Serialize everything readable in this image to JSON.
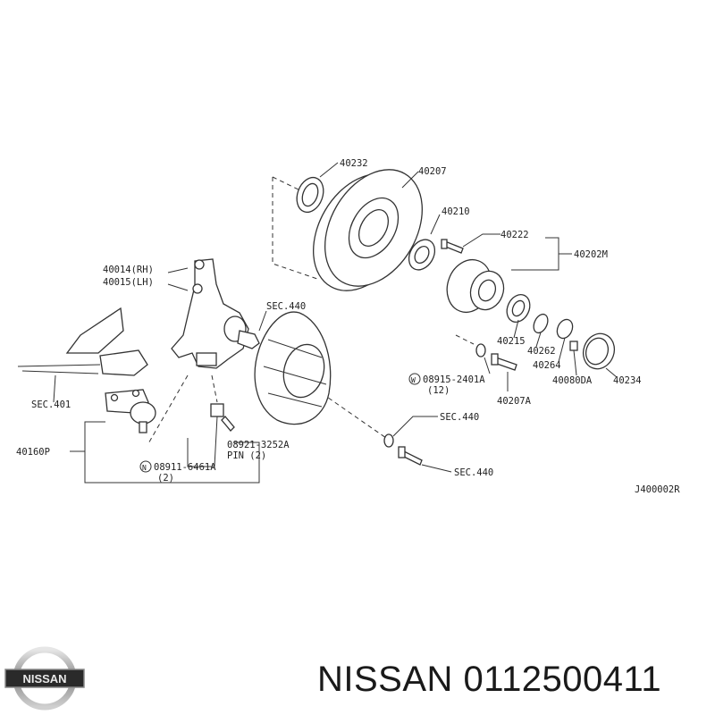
{
  "diagram": {
    "labels": {
      "l40232": "40232",
      "l40207": "40207",
      "l40210": "40210",
      "l40222": "40222",
      "l40202M": "40202M",
      "l40014": "40014(RH)",
      "l40015": "40015(LH)",
      "lsec440a": "SEC.440",
      "lsec401": "SEC.401",
      "l40160P": "40160P",
      "l40215": "40215",
      "l40262": "40262",
      "l40264": "40264",
      "l40080DA": "40080DA",
      "l40234": "40234",
      "l08915": "08915-2401A",
      "l08915q": "(12)",
      "l40207A": "40207A",
      "lsec440b": "SEC.440",
      "lsec440c": "SEC.440",
      "l08921": "08921-3252A",
      "lpin": "PIN (2)",
      "l08911": "08911-6461A",
      "l08911q": "(2)",
      "ref": "J400002R"
    }
  },
  "footer": {
    "logo_text": "NISSAN",
    "brand_part": "NISSAN 0112500411"
  }
}
